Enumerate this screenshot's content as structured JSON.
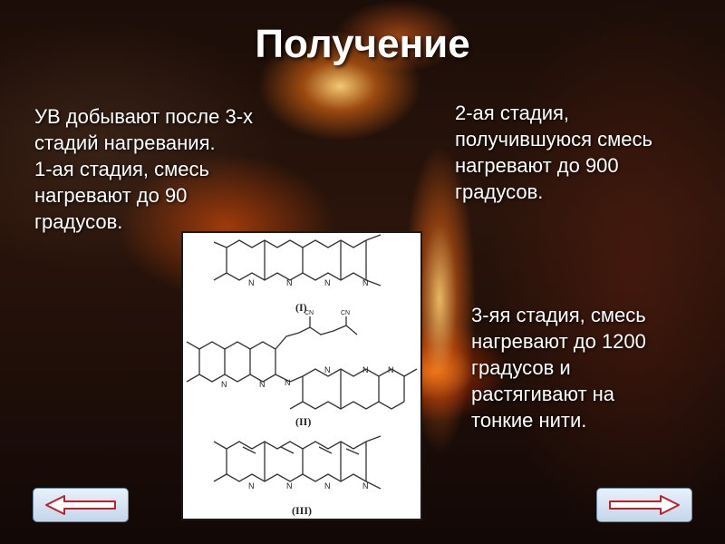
{
  "slide": {
    "title": "Получение",
    "intro_lines": [
      "УВ добывают после 3-х",
      "стадий нагревания.",
      "1-ая стадия, смесь",
      "нагревают до 90",
      "градусов."
    ],
    "stage2_lines": [
      "2-ая стадия,",
      "получившуюся смесь",
      "нагревают до 900",
      "градусов."
    ],
    "stage3_lines": [
      "3-яя стадия, смесь",
      "нагревают до 1200",
      "градусов и",
      "растягивают на",
      "тонкие нити."
    ]
  },
  "figure": {
    "labels": [
      "(I)",
      "(II)",
      "(III)"
    ],
    "atom_n": "N",
    "atom_cn": "CN"
  },
  "nav": {
    "back_icon": "arrow-left-icon",
    "next_icon": "arrow-right-icon"
  },
  "colors": {
    "text": "#ffffff",
    "button_fill": "#d6e4f2",
    "button_border": "#6a8aa8",
    "arrow": "#c0202a"
  }
}
